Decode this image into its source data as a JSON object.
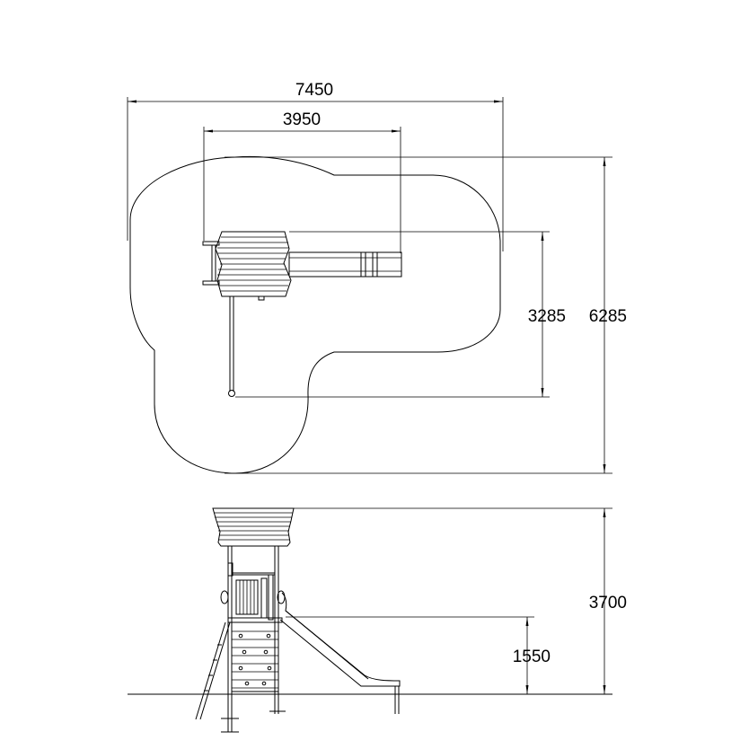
{
  "plan_view": {
    "width_overall": "7450",
    "width_structure": "3950",
    "depth_structure": "3285",
    "depth_overall": "6285"
  },
  "elevation_view": {
    "height_overall": "3700",
    "platform_height": "1550"
  },
  "colors": {
    "line": "#000000",
    "background": "#ffffff"
  }
}
